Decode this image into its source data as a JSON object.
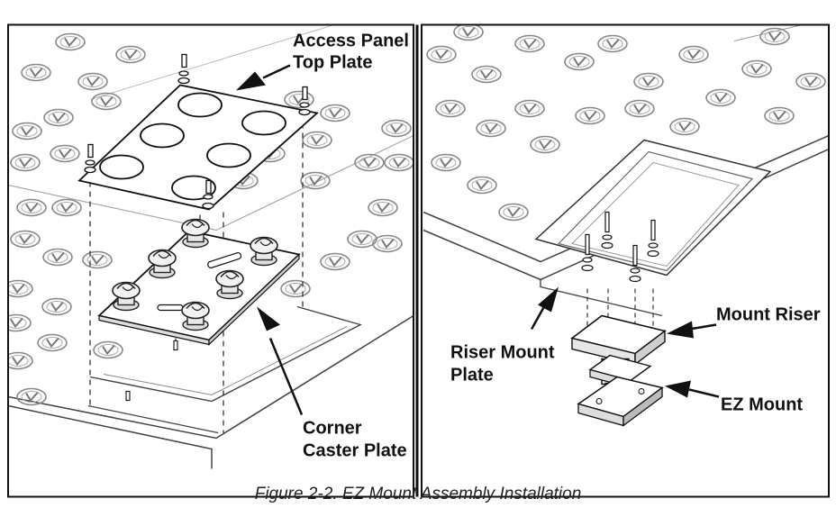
{
  "labels": {
    "access_panel_line1": "Access Panel",
    "access_panel_line2": "Top Plate",
    "corner_caster_line1": "Corner",
    "corner_caster_line2": "Caster Plate",
    "riser_mount_line1": "Riser Mount",
    "riser_mount_line2": "Plate",
    "mount_riser": "Mount Riser",
    "ez_mount": "EZ Mount"
  },
  "caption": "Figure 2-2. EZ Mount Assembly Installation"
}
